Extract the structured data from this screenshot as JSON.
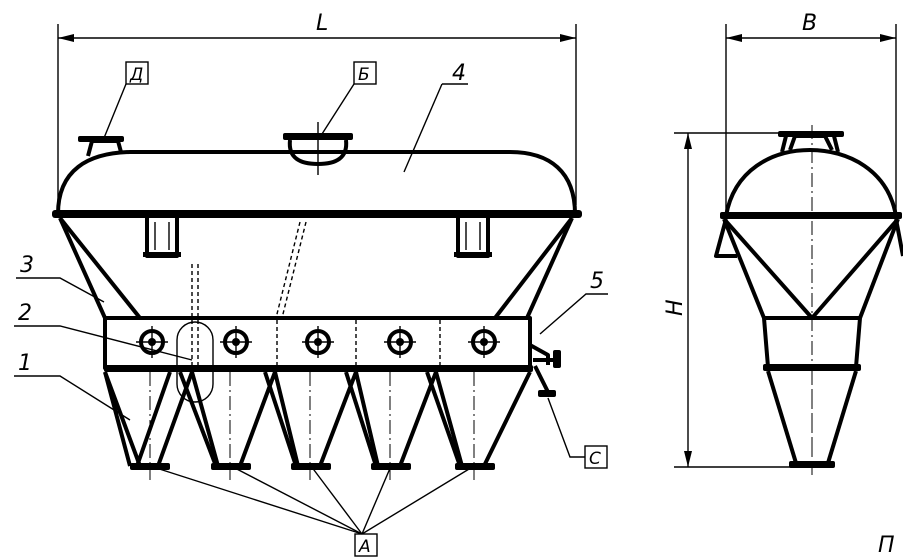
{
  "dimensions": {
    "length": "L",
    "width": "B",
    "height": "H"
  },
  "callouts": {
    "c1": "1",
    "c2": "2",
    "c3": "3",
    "c4": "4",
    "c5": "5",
    "cA": "A",
    "cB": "Б",
    "cC": "С",
    "cD": "Д"
  },
  "cut_text": "П"
}
